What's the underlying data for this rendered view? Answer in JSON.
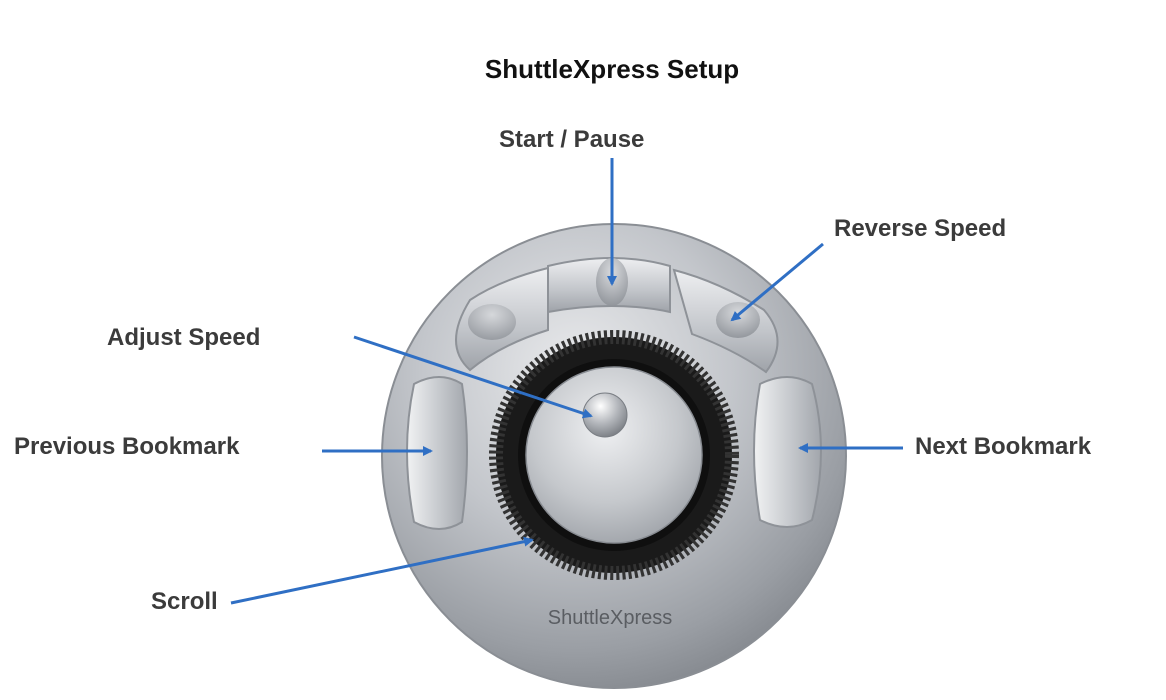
{
  "title": "ShuttleXpress Setup",
  "device": {
    "brand_text": "ShuttleXpress"
  },
  "labels": {
    "start_pause": "Start / Pause",
    "reverse_speed": "Reverse Speed",
    "adjust_speed": "Adjust Speed",
    "previous_bookmark": "Previous Bookmark",
    "next_bookmark": "Next Bookmark",
    "scroll": "Scroll"
  },
  "colors": {
    "arrow": "#2f6fc4",
    "label_text": "#3b3b3b",
    "title_text": "#111111",
    "body_metal": "#b9bcc1",
    "jog_ring": "#1a1a1a"
  }
}
